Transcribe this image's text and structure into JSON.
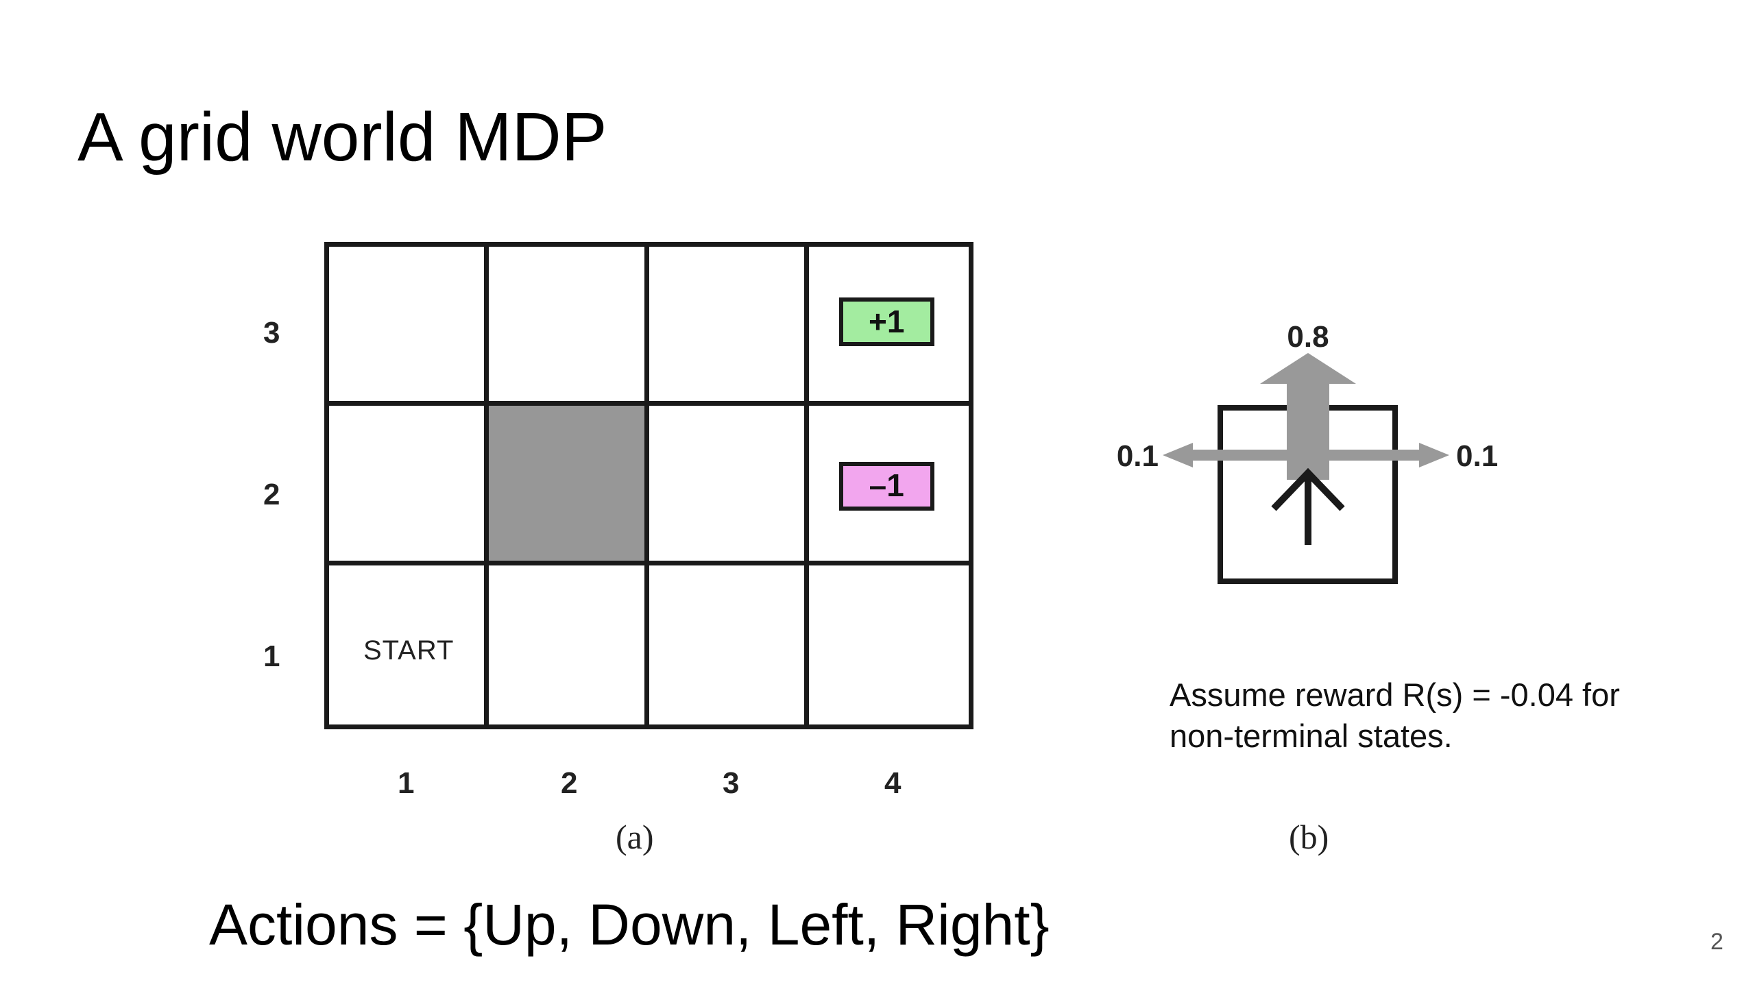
{
  "title": "A grid world MDP",
  "grid": {
    "rows": 3,
    "cols": 4,
    "wall_cell": {
      "row": 2,
      "col": 2
    },
    "start_cell": {
      "row": 1,
      "col": 1
    },
    "start_label": "START",
    "terminals": [
      {
        "row": 3,
        "col": 4,
        "label": "+1",
        "color": "#a3eca0"
      },
      {
        "row": 2,
        "col": 4,
        "label": "–1",
        "color": "#f2a6ee"
      }
    ],
    "row_labels": [
      "3",
      "2",
      "1"
    ],
    "col_labels": [
      "1",
      "2",
      "3",
      "4"
    ],
    "wall_color": "#979797"
  },
  "caption_a": "(a)",
  "caption_b": "(b)",
  "transition": {
    "forward_prob": "0.8",
    "left_prob": "0.1",
    "right_prob": "0.1",
    "arrow_color": "#999999"
  },
  "reward_note": "Assume reward R(s) = -0.04 for non-terminal states.",
  "actions": "Actions = {Up, Down, Left, Right}",
  "page_number": "2"
}
